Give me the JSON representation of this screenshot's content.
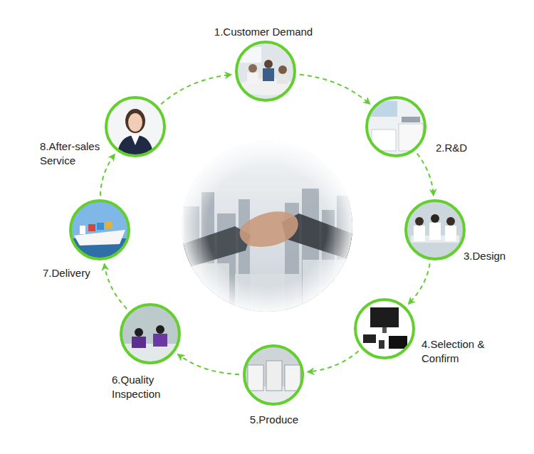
{
  "diagram": {
    "nodes": [
      {
        "text": [
          "1.Customer Demand"
        ]
      },
      {
        "text": [
          "2.R&D"
        ]
      },
      {
        "text": [
          "3.Design"
        ]
      },
      {
        "text": [
          "4.Selection & Confirm"
        ]
      },
      {
        "text": [
          "5.Produce"
        ]
      },
      {
        "text": [
          "6.Quality Inspection"
        ]
      },
      {
        "text": [
          "7.Delivery"
        ]
      },
      {
        "text": [
          "8.After-sales Service"
        ]
      }
    ],
    "edges": [
      {
        "from": 0,
        "to": 1,
        "arrow": "to"
      },
      {
        "from": 1,
        "to": 2,
        "arrow": "to"
      },
      {
        "from": 2,
        "to": 3,
        "arrow": "to"
      },
      {
        "from": 3,
        "to": 4,
        "arrow": "to"
      },
      {
        "from": 4,
        "to": 5,
        "arrow": "to"
      },
      {
        "from": 5,
        "to": 6,
        "arrow": "to"
      },
      {
        "from": 6,
        "to": 7,
        "arrow": "to"
      },
      {
        "from": 7,
        "to": 0,
        "arrow": "to"
      }
    ]
  }
}
